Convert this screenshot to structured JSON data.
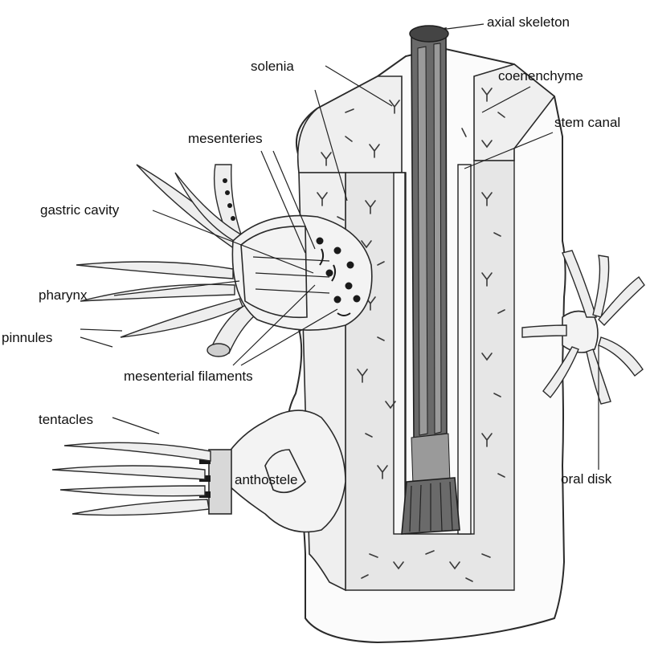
{
  "labels": {
    "axial_skeleton": "axial skeleton",
    "solenia": "solenia",
    "coenenchyme": "coenenchyme",
    "stem_canal": "stem canal",
    "mesenteries": "mesenteries",
    "gastric_cavity": "gastric cavity",
    "pharynx": "pharynx",
    "pinnules": "pinnules",
    "mesenterial_filaments": "mesenterial filaments",
    "tentacles": "tentacles",
    "anthostele": "anthostele",
    "oral_disk": "oral disk"
  },
  "colors": {
    "ink": "#111111",
    "background": "#ffffff",
    "skeleton": "#6a6a6a"
  }
}
